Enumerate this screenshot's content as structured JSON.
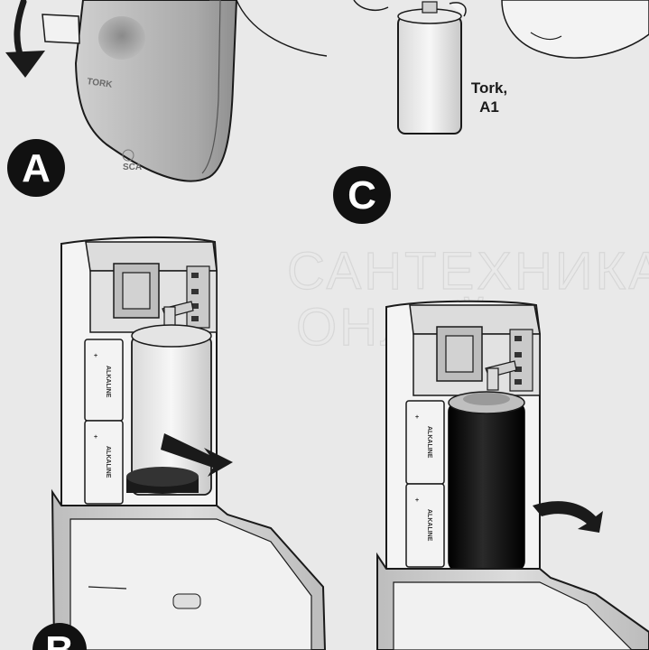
{
  "steps": {
    "a": "A",
    "b": "B",
    "c": "C"
  },
  "refill_label": {
    "line1": "Tork,",
    "line2": "A1"
  },
  "brand_text": "TORK",
  "logo_text": "SCA",
  "battery_text": "ALKALINE",
  "battery_plus": "+",
  "watermark": {
    "line1": "САНТЕХНИКА",
    "line2": "ОНЛАЙН"
  },
  "colors": {
    "background": "#e9e9e9",
    "outline": "#1a1a1a",
    "refill_dark": "#111111",
    "badge": "#111111"
  }
}
